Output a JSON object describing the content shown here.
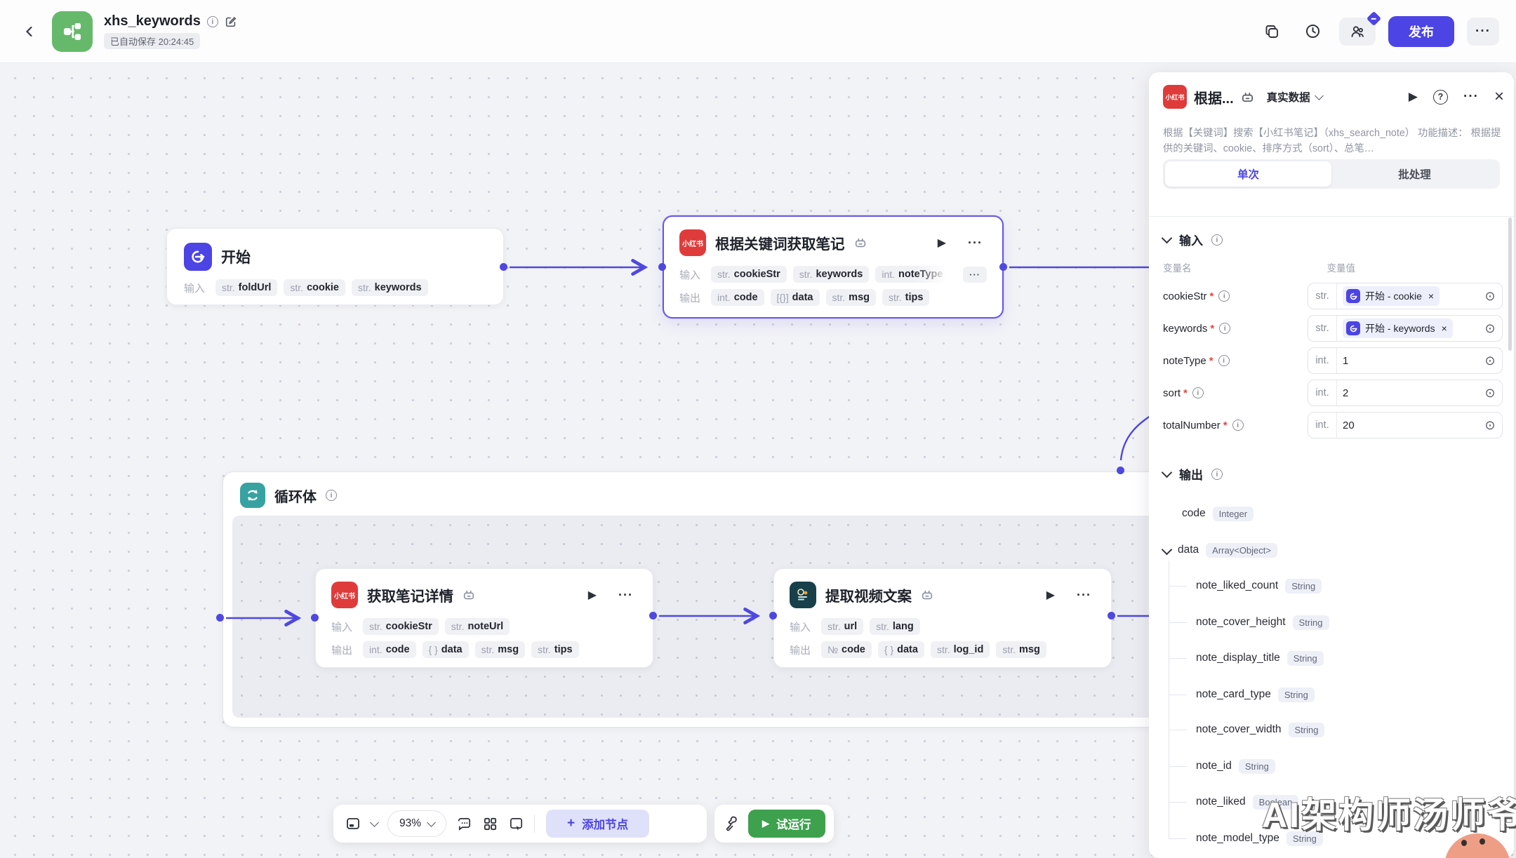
{
  "header": {
    "title": "xhs_keywords",
    "autosave": "已自动保存 20:24:45",
    "publish": "发布"
  },
  "labels": {
    "input": "输入",
    "output": "输出",
    "required": "*"
  },
  "icons": {
    "xhs_logo": "小红书"
  },
  "nodes": {
    "start": {
      "title": "开始",
      "tags": [
        {
          "t": "str.",
          "v": "foldUrl"
        },
        {
          "t": "str.",
          "v": "cookie"
        },
        {
          "t": "str.",
          "v": "keywords"
        }
      ]
    },
    "search": {
      "title": "根据关键词获取笔记",
      "in": [
        {
          "t": "str.",
          "v": "cookieStr"
        },
        {
          "t": "str.",
          "v": "keywords"
        },
        {
          "t": "int.",
          "v": "noteType"
        }
      ],
      "out": [
        {
          "t": "int.",
          "v": "code"
        },
        {
          "t": "[{}]",
          "v": "data"
        },
        {
          "t": "str.",
          "v": "msg"
        },
        {
          "t": "str.",
          "v": "tips"
        }
      ]
    },
    "loop": {
      "title": "循环体"
    },
    "detail": {
      "title": "获取笔记详情",
      "in": [
        {
          "t": "str.",
          "v": "cookieStr"
        },
        {
          "t": "str.",
          "v": "noteUrl"
        }
      ],
      "out": [
        {
          "t": "int.",
          "v": "code"
        },
        {
          "t": "{ }",
          "v": "data"
        },
        {
          "t": "str.",
          "v": "msg"
        },
        {
          "t": "str.",
          "v": "tips"
        }
      ]
    },
    "video": {
      "title": "提取视频文案",
      "in": [
        {
          "t": "str.",
          "v": "url"
        },
        {
          "t": "str.",
          "v": "lang"
        }
      ],
      "out": [
        {
          "t": "№",
          "v": "code"
        },
        {
          "t": "{ }",
          "v": "data"
        },
        {
          "t": "str.",
          "v": "log_id"
        },
        {
          "t": "str.",
          "v": "msg"
        }
      ]
    }
  },
  "panel": {
    "title": "根据...",
    "mode": "真实数据",
    "desc": "根据【关键词】搜索【小红书笔记】（xhs_search_note） 功能描述： 根据提供的关键词、cookie、排序方式（sort）、总笔…",
    "tabs": {
      "single": "单次",
      "batch": "批处理"
    },
    "cols": {
      "name": "变量名",
      "value": "变量值"
    },
    "rows": [
      {
        "name": "cookieStr",
        "type": "str.",
        "ref": "开始 - cookie"
      },
      {
        "name": "keywords",
        "type": "str.",
        "ref": "开始 - keywords"
      },
      {
        "name": "noteType",
        "type": "int.",
        "value": "1"
      },
      {
        "name": "sort",
        "type": "int.",
        "value": "2"
      },
      {
        "name": "totalNumber",
        "type": "int.",
        "value": "20"
      }
    ],
    "outputs": {
      "code": {
        "name": "code",
        "type": "Integer"
      },
      "data": {
        "name": "data",
        "type": "Array<Object>"
      },
      "children": [
        {
          "name": "note_liked_count",
          "type": "String"
        },
        {
          "name": "note_cover_height",
          "type": "String"
        },
        {
          "name": "note_display_title",
          "type": "String"
        },
        {
          "name": "note_card_type",
          "type": "String"
        },
        {
          "name": "note_cover_width",
          "type": "String"
        },
        {
          "name": "note_id",
          "type": "String"
        },
        {
          "name": "note_liked",
          "type": "Boolean"
        },
        {
          "name": "note_model_type",
          "type": "String"
        }
      ]
    }
  },
  "toolbar": {
    "zoom": "93%",
    "add_label": "添加节点",
    "run": "试运行"
  },
  "watermark": "AI架构师汤师爷"
}
